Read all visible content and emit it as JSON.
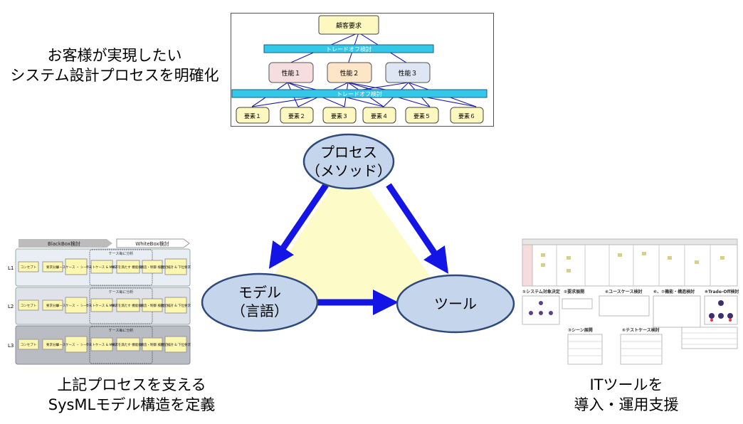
{
  "captions": {
    "top_left": [
      "お客様が実現したい",
      "システム設計プロセスを明確化"
    ],
    "bottom_left": [
      "上記プロセスを支える",
      "SysMLモデル構造を定義"
    ],
    "bottom_right": [
      "ITツールを",
      "導入・運用支援"
    ]
  },
  "triangle": {
    "process": [
      "プロセス",
      "（メソッド）"
    ],
    "model": [
      "モデル",
      "（言語）"
    ],
    "tool": "ツール",
    "colors": {
      "ellipse_fill": "#c5d5ec",
      "ellipse_stroke": "#2f4a7a",
      "arrow": "#1414e6",
      "triangle_fill": "#fdfbc8"
    }
  },
  "hierarchy": {
    "root": "顧客要求",
    "tradeoff": "トレードオフ検討",
    "functions": [
      "性能１",
      "性能２",
      "性能３"
    ],
    "elements": [
      "要素１",
      "要素２",
      "要素３",
      "要素４",
      "要素５",
      "要素６"
    ]
  },
  "sysml_table": {
    "headers": [
      "BlackBox検討",
      "WhiteBox検討"
    ],
    "rows": [
      {
        "label": "L1",
        "cells": [
          "コンセプト",
          "要求分解",
          "ユースケース\n・\nシーン条件",
          "テストケース\n& MoEs",
          "要求を満たす\n機能検討",
          "構造・制御\n検討",
          "能配検討\n&\n下位要求"
        ],
        "note": "ケース毎に分析"
      },
      {
        "label": "L2",
        "cells": [
          "コンセプト",
          "要求分解",
          "ユースケース\n・\nシーン条件",
          "テストケース\n& MoEs",
          "要求を満たす\n機能検討",
          "構造・制御\n検討",
          "能配検討\n&\n下位要求"
        ],
        "note": "ケース毎に分析"
      },
      {
        "label": "L3",
        "cells": [
          "コンセプト",
          "要求分解",
          "ユースケース\n・\nシーン条件",
          "テストケース\n& MoEs",
          "要求を満たす\n機能検討",
          "構造・制御\n検討",
          "能配検討\n&\n下位要求"
        ],
        "note": "ケース毎に分析"
      }
    ]
  },
  "tool_panel": {
    "callouts": [
      "①システム対象決定",
      "②要求展開",
      "③シーン展開",
      "④ユースケース検討",
      "⑤テストケース検討",
      "⑥、⑦機能・構造検討",
      "⑧Trade-Off検討"
    ]
  }
}
